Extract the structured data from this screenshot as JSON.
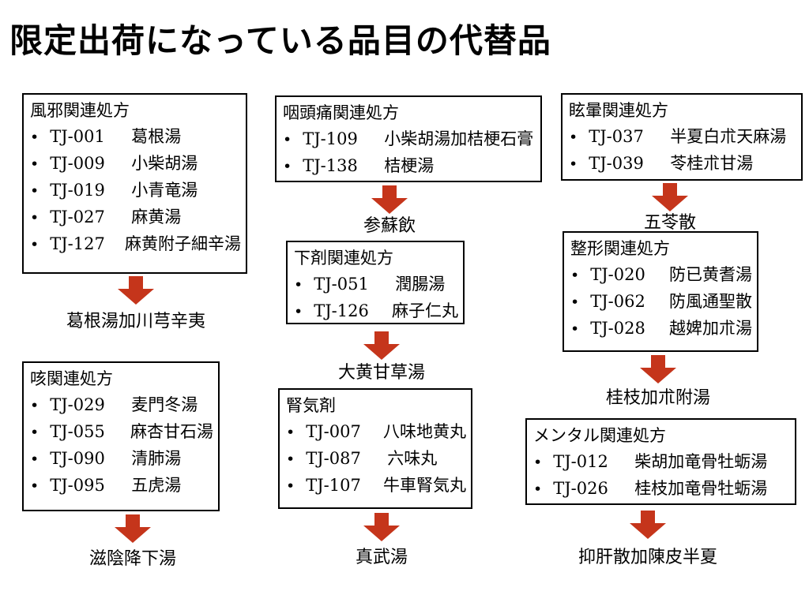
{
  "title": "限定出荷になっている品目の代替品",
  "colors": {
    "arrow": "#c5351b",
    "box_border": "#000000",
    "text": "#000000",
    "background": "#ffffff"
  },
  "groups": [
    {
      "heading": "風邪関連処方",
      "items": [
        {
          "code": "TJ-001",
          "name": "葛根湯"
        },
        {
          "code": "TJ-009",
          "name": "小柴胡湯"
        },
        {
          "code": "TJ-019",
          "name": "小青竜湯"
        },
        {
          "code": "TJ-027",
          "name": "麻黄湯"
        },
        {
          "code": "TJ-127",
          "name": "麻黄附子細辛湯"
        }
      ],
      "alternative": "葛根湯加川芎辛夷"
    },
    {
      "heading": "咽頭痛関連処方",
      "items": [
        {
          "code": "TJ-109",
          "name": "小柴胡湯加桔梗石膏"
        },
        {
          "code": "TJ-138",
          "name": "桔梗湯"
        }
      ],
      "alternative": "参蘇飲"
    },
    {
      "heading": "眩暈関連処方",
      "items": [
        {
          "code": "TJ-037",
          "name": "半夏白朮天麻湯"
        },
        {
          "code": "TJ-039",
          "name": "苓桂朮甘湯"
        }
      ],
      "alternative": "五苓散"
    },
    {
      "heading": "下剤関連処方",
      "items": [
        {
          "code": "TJ-051",
          "name": "潤腸湯"
        },
        {
          "code": "TJ-126",
          "name": "麻子仁丸"
        }
      ],
      "alternative": "大黄甘草湯"
    },
    {
      "heading": "整形関連処方",
      "items": [
        {
          "code": "TJ-020",
          "name": "防已黄耆湯"
        },
        {
          "code": "TJ-062",
          "name": "防風通聖散"
        },
        {
          "code": "TJ-028",
          "name": "越婢加朮湯"
        }
      ],
      "alternative": "桂枝加朮附湯"
    },
    {
      "heading": "咳関連処方",
      "items": [
        {
          "code": "TJ-029",
          "name": "麦門冬湯"
        },
        {
          "code": "TJ-055",
          "name": "麻杏甘石湯"
        },
        {
          "code": "TJ-090",
          "name": "清肺湯"
        },
        {
          "code": "TJ-095",
          "name": "五虎湯"
        }
      ],
      "alternative": "滋陰降下湯"
    },
    {
      "heading": "腎気剤",
      "items": [
        {
          "code": "TJ-007",
          "name": "八味地黄丸"
        },
        {
          "code": "TJ-087",
          "name": "六味丸"
        },
        {
          "code": "TJ-107",
          "name": "牛車腎気丸"
        }
      ],
      "alternative": "真武湯"
    },
    {
      "heading": "メンタル関連処方",
      "items": [
        {
          "code": "TJ-012",
          "name": "柴胡加竜骨牡蛎湯"
        },
        {
          "code": "TJ-026",
          "name": "桂枝加竜骨牡蛎湯"
        }
      ],
      "alternative": "抑肝散加陳皮半夏"
    }
  ]
}
